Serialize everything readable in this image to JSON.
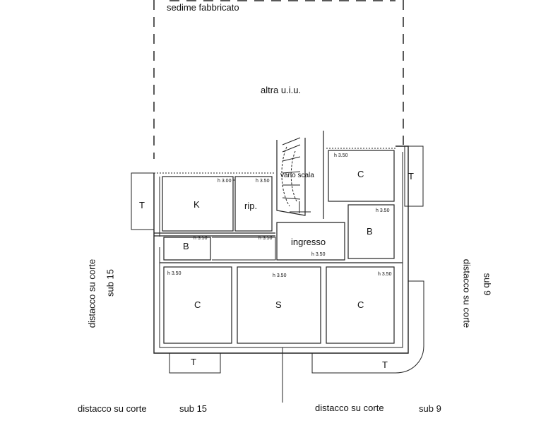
{
  "labels": {
    "sedime": "sedime fabbricato",
    "altra": "altra u.i.u.",
    "vano_scala": "vano scala",
    "ingresso": "ingresso",
    "distacco_bottom_left": "distacco su corte",
    "sub_bottom_left": "sub 15",
    "distacco_bottom_right": "distacco su corte",
    "sub_bottom_right": "sub 9",
    "left_vertical_1": "distacco su corte",
    "left_vertical_2": "sub 15",
    "right_vertical_1": "distacco su corte",
    "right_vertical_2": "sub 9"
  },
  "rooms": {
    "k": {
      "name": "K",
      "height": "h 3.00"
    },
    "rip": {
      "name": "rip.",
      "height": "h 3.50"
    },
    "c_top": {
      "name": "C",
      "height": "h 3.50"
    },
    "b_right": {
      "name": "B",
      "height": "h 3.50"
    },
    "b_left": {
      "name": "B",
      "height": "h 3.50"
    },
    "corridor": {
      "height": "h 3.50"
    },
    "ingresso_h": {
      "height": "h 3.50"
    },
    "c_left": {
      "name": "C",
      "height": "h 3.50"
    },
    "s": {
      "name": "S",
      "height": "h 3.50"
    },
    "c_right": {
      "name": "C",
      "height": "h 3.50"
    }
  },
  "terraces": {
    "left": "T",
    "right": "T",
    "bottom_left": "T",
    "bottom_right": "T"
  },
  "colors": {
    "line": "#222222",
    "wall_fill": "#ffffff",
    "background": "#ffffff"
  }
}
